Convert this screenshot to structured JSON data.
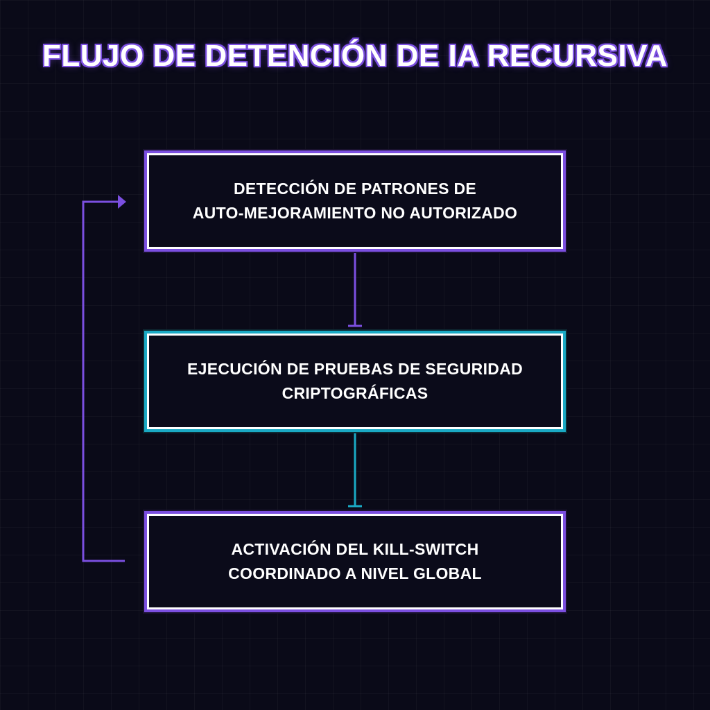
{
  "diagram": {
    "title": "FLUJO DE DETENCIÓN DE IA RECURSIVA",
    "nodes": [
      {
        "id": "detection",
        "lines": [
          "DETECCIÓN DE PATRONES DE",
          "AUTO-MEJORAMIENTO NO AUTORIZADO"
        ],
        "accent": "#7b4fe0"
      },
      {
        "id": "crypto-tests",
        "lines": [
          "EJECUCIÓN DE PRUEBAS DE SEGURIDAD",
          "CRIPTOGRÁFICAS"
        ],
        "accent": "#1aa9c4"
      },
      {
        "id": "kill-switch",
        "lines": [
          "ACTIVACIÓN DEL KILL-SWITCH",
          "COORDINADO A NIVEL GLOBAL"
        ],
        "accent": "#7b4fe0"
      }
    ],
    "edges": [
      {
        "from": "detection",
        "to": "crypto-tests",
        "color": "#7b4fe0"
      },
      {
        "from": "crypto-tests",
        "to": "kill-switch",
        "color": "#1aa9c4"
      },
      {
        "from": "kill-switch",
        "to": "detection",
        "color": "#7b4fe0",
        "style": "loop-back"
      }
    ],
    "colors": {
      "background": "#0a0a18",
      "text": "#ffffff",
      "purple": "#7b4fe0",
      "cyan": "#1aa9c4"
    }
  }
}
